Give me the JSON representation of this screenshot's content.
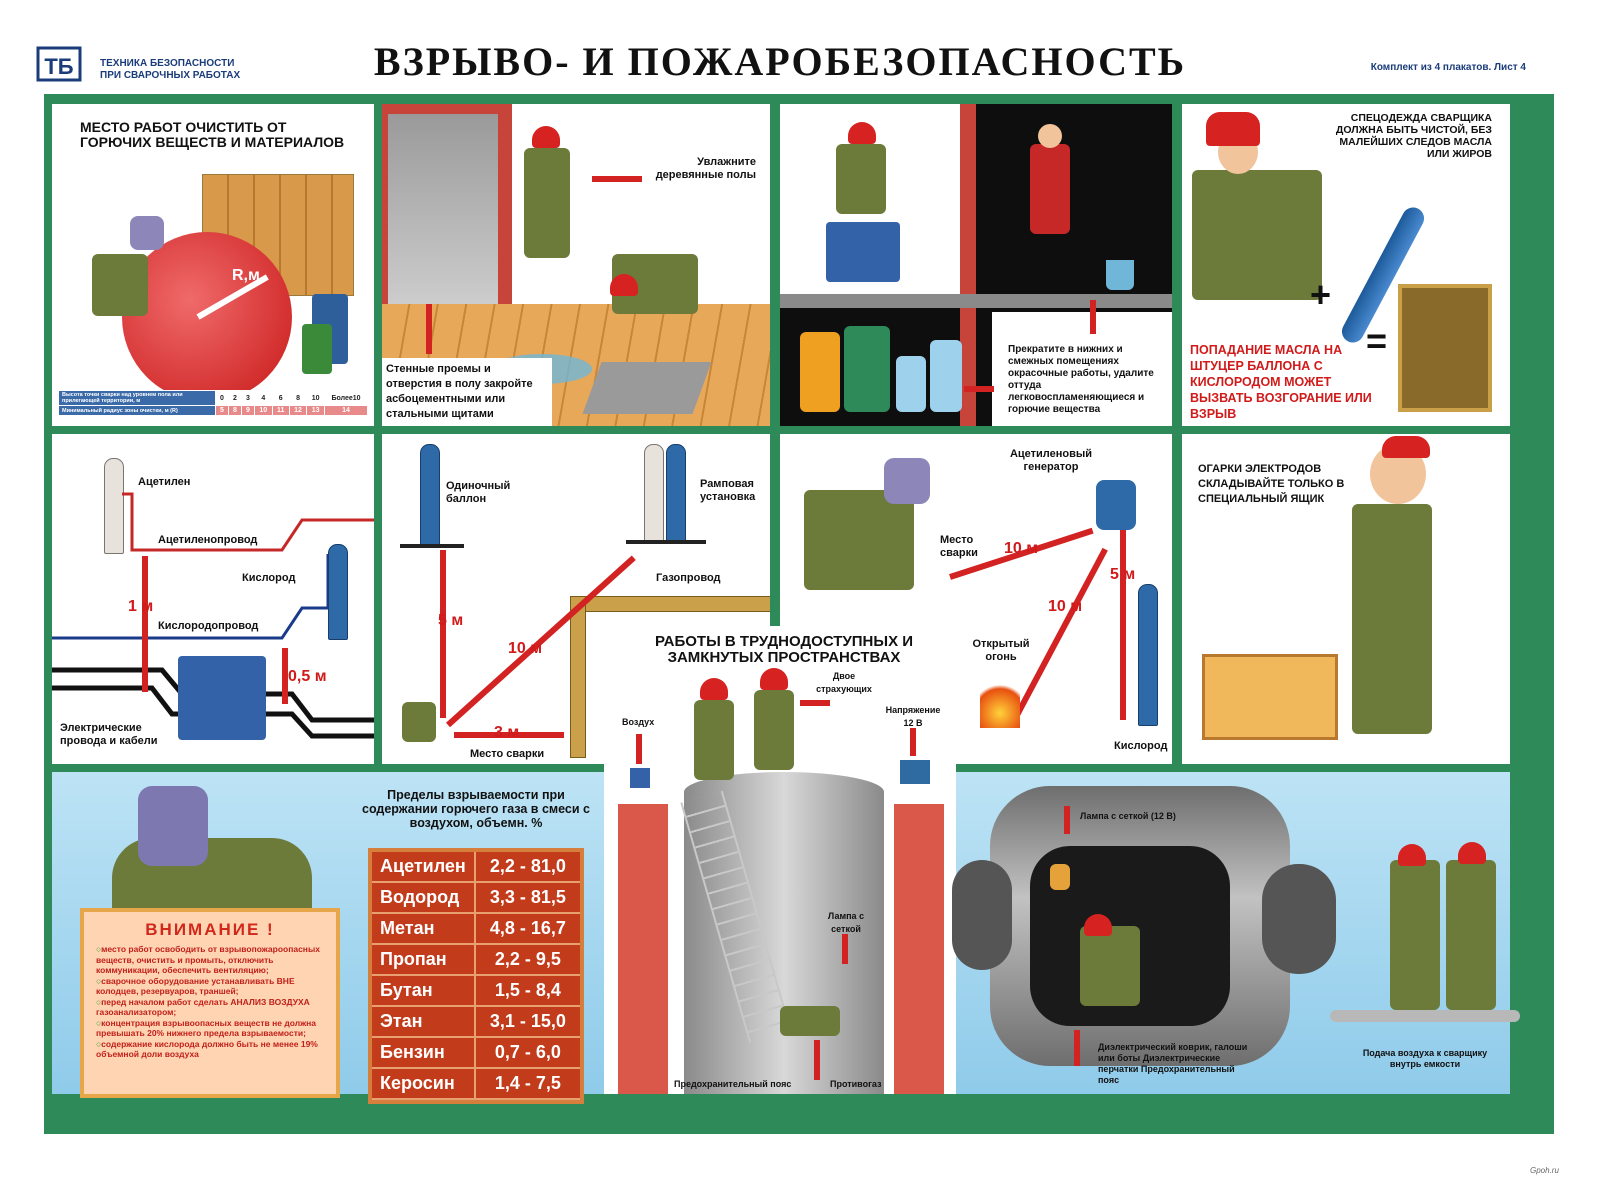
{
  "header": {
    "logo": "ТБ",
    "series_line1": "ТЕХНИКА БЕЗОПАСНОСТИ",
    "series_line2": "ПРИ СВАРОЧНЫХ РАБОТАХ",
    "title": "ВЗРЫВО-  И  ПОЖАРОБЕЗОПАСНОСТЬ",
    "kit": "Комплект из 4 плакатов.   Лист 4"
  },
  "p1": {
    "caption": "МЕСТО РАБОТ ОЧИСТИТЬ ОТ ГОРЮЧИХ ВЕЩЕСТВ И МАТЕРИАЛОВ",
    "radius_label": "R,м",
    "row1_label": "Высота точки сварки над уровнем пола или прилегающей территории, м",
    "row1": [
      "0",
      "2",
      "3",
      "4",
      "6",
      "8",
      "10",
      "Более10"
    ],
    "row2_label": "Минимальный радиус зоны очистки, м (R)",
    "row2": [
      "5",
      "8",
      "9",
      "10",
      "11",
      "12",
      "13",
      "14"
    ]
  },
  "p2": {
    "wet_floor": "Увлажните деревянные полы",
    "openings": "Стенные проемы и отверстия в полу закройте асбоцементными или стальными щитами"
  },
  "p3": {
    "stop_work": "Прекратите в нижних и смежных помещениях окрасочные работы, удалите оттуда легковоспламеняющиеся и горючие вещества"
  },
  "p4": {
    "clothes": "СПЕЦОДЕЖДА СВАРЩИКА ДОЛЖНА БЫТЬ ЧИСТОЙ, БЕЗ МАЛЕЙШИХ СЛЕДОВ МАСЛА ИЛИ ЖИРОВ",
    "oil_warning": "ПОПАДАНИЕ МАСЛА НА ШТУЦЕР БАЛЛОНА С КИСЛОРОДОМ МОЖЕТ ВЫЗВАТЬ ВОЗГОРАНИЕ ИЛИ ВЗРЫВ",
    "plus": "+",
    "equals": "="
  },
  "p5": {
    "acetylene": "Ацетилен",
    "acetylene_pipe": "Ацетиленопровод",
    "oxygen": "Кислород",
    "oxygen_pipe": "Кислородопровод",
    "dist1": "1 м",
    "dist2": "0,5 м",
    "cables": "Электрические провода и кабели"
  },
  "p6": {
    "single": "Одиночный баллон",
    "ramp": "Рамповая установка",
    "gas_pipe": "Газопровод",
    "d5": "5 м",
    "d10": "10 м",
    "d3": "3 м",
    "place": "Место сварки"
  },
  "p7": {
    "generator": "Ацетиленовый генератор",
    "place": "Место сварки",
    "d10a": "10 м",
    "d10b": "10 м",
    "d5": "5 м",
    "fire": "Открытый огонь",
    "oxygen": "Кислород"
  },
  "p8": {
    "stubs": "ОГАРКИ ЭЛЕКТРОДОВ СКЛАДЫВАЙТЕ ТОЛЬКО В СПЕЦИАЛЬНЫЙ ЯЩИК"
  },
  "p9": {
    "warning_title": "ВНИМАНИЕ !",
    "warnings": [
      "место работ освободить от взрывопожароопасных веществ, очистить и промыть, отключить коммуникации, обеспечить вентиляцию;",
      "сварочное оборудование устанавливать ВНЕ колодцев, резервуаров, траншей;",
      "перед началом работ сделать АНАЛИЗ ВОЗДУХА газоанализатором;",
      "концентрация взрывоопасных веществ не должна превышать 20% нижнего предела взрываемости;",
      "содержание кислорода должно быть не менее 19% объемной доли воздуха"
    ],
    "limits_title": "Пределы взрываемости при содержании горючего газа в смеси с воздухом, объемн. %",
    "limits": [
      {
        "gas": "Ацетилен",
        "range": "2,2 - 81,0"
      },
      {
        "gas": "Водород",
        "range": "3,3 - 81,5"
      },
      {
        "gas": "Метан",
        "range": "4,8 - 16,7"
      },
      {
        "gas": "Пропан",
        "range": "2,2 - 9,5"
      },
      {
        "gas": "Бутан",
        "range": "1,5 - 8,4"
      },
      {
        "gas": "Этан",
        "range": "3,1 - 15,0"
      },
      {
        "gas": "Бензин",
        "range": "0,7 - 6,0"
      },
      {
        "gas": "Керосин",
        "range": "1,4 - 7,5"
      }
    ]
  },
  "p10": {
    "title": "РАБОТЫ В ТРУДНОДОСТУПНЫХ И ЗАМКНУТЫХ ПРОСТРАНСТВАХ",
    "air": "Воздух",
    "two_guards": "Двое страхующих",
    "voltage": "Напряжение 12 В",
    "lamp": "Лампа с сеткой",
    "belt": "Предохранительный пояс",
    "gasmask": "Противогаз"
  },
  "p11": {
    "lamp": "Лампа с сеткой (12 В)",
    "dielectric": "Диэлектрический коврик, галоши или боты Диэлектрические перчатки Предохранительный пояс",
    "air_supply": "Подача воздуха к сварщику внутрь емкости"
  },
  "footer": {
    "watermark": "Gpoh.ru"
  }
}
